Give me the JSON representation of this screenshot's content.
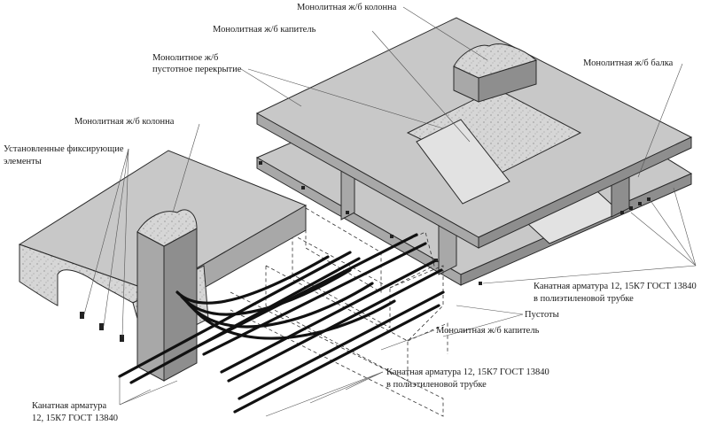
{
  "labels": {
    "top_column": "Монолитная ж/б колонна",
    "top_capital": "Монолитная ж/б капитель",
    "hollow_slab": [
      "Монолитное ж/б",
      "пустотное перекрытие"
    ],
    "beam": "Монолитная ж/б балка",
    "left_column": "Монолитная ж/б колонна",
    "fixing_elements": [
      "Установленные фиксирующие",
      "элементы"
    ],
    "cable_right": [
      "Канатная арматура 12, 15К7 ГОСТ 13840",
      "в полиэтиленовой трубке"
    ],
    "voids": "Пустоты",
    "bottom_capital": "Монолитная ж/б капитель",
    "cable_middle": [
      "Канатная арматура 12, 15К7 ГОСТ 13840",
      "в полиэтиленовой трубке"
    ],
    "cable_left": [
      "Канатная арматура",
      "12, 15К7 ГОСТ 13840"
    ]
  },
  "colors": {
    "concrete_top": "#c8c8c8",
    "concrete_side": "#a8a8a8",
    "cable": "#111111",
    "leader": "#555555"
  }
}
